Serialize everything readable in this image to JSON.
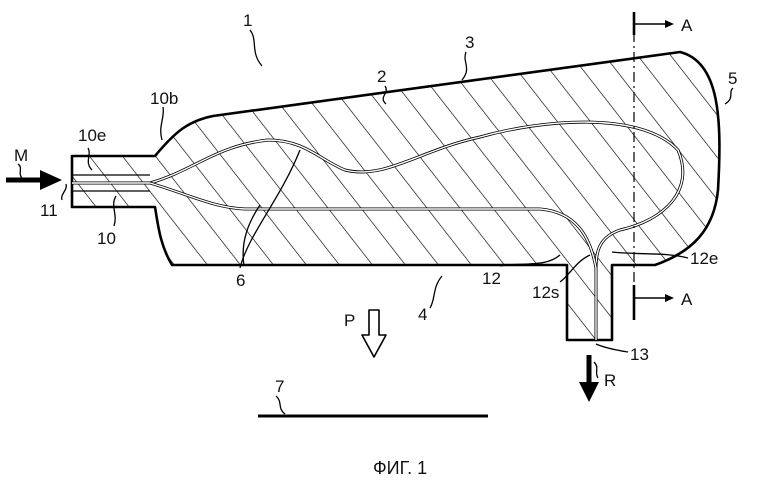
{
  "figure": {
    "caption": "ФИГ. 1",
    "labels": {
      "n1": "1",
      "n2": "2",
      "n3": "3",
      "n4": "4",
      "n5": "5",
      "n6": "6",
      "n7": "7",
      "n10": "10",
      "n10b": "10b",
      "n10e": "10e",
      "n11": "11",
      "n12": "12",
      "n12e": "12e",
      "n12s": "12s",
      "n13": "13",
      "M": "M",
      "P": "P",
      "R": "R",
      "A_top": "A",
      "A_bottom": "A"
    }
  }
}
